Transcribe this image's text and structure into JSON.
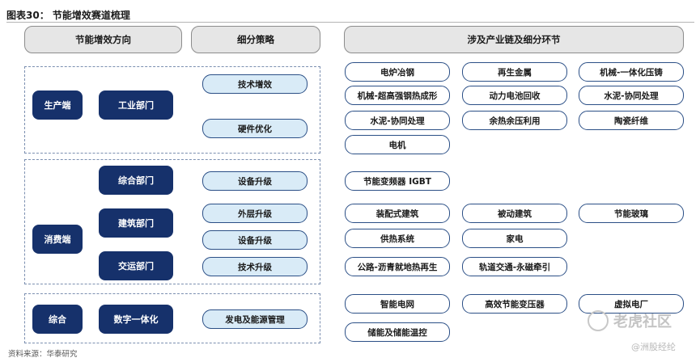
{
  "title": "图表30： 节能增效赛道梳理",
  "headers": {
    "direction": "节能增效方向",
    "strategy": "细分策略",
    "chain": "涉及产业链及细分环节"
  },
  "groups": {
    "production": "生产端",
    "consumption": "消费端",
    "integrated": "综合"
  },
  "departments": {
    "industry": "工业部门",
    "general": "综合部门",
    "building": "建筑部门",
    "transport": "交运部门",
    "digital": "数字一体化"
  },
  "strategies": {
    "tech_efficiency": "技术增效",
    "hardware_opt": "硬件优化",
    "equip_upgrade_1": "设备升级",
    "envelope_upgrade": "外层升级",
    "equip_upgrade_2": "设备升级",
    "tech_upgrade": "技术升级",
    "power_mgmt": "发电及能源管理"
  },
  "chain": {
    "r1": [
      "电炉冶钢",
      "再生金属",
      "机械-一体化压铸"
    ],
    "r2": [
      "机械-超高强钢热成形",
      "动力电池回收",
      "水泥-协同处理"
    ],
    "r3": [
      "水泥-协同处理",
      "余热余压利用",
      "陶瓷纤维"
    ],
    "r4": [
      "电机"
    ],
    "r5": [
      "节能变频器 IGBT"
    ],
    "r6": [
      "装配式建筑",
      "被动建筑",
      "节能玻璃"
    ],
    "r7": [
      "供热系统",
      "家电"
    ],
    "r8": [
      "公路-沥青就地热再生",
      "轨道交通-永磁牵引"
    ],
    "r9": [
      "智能电网",
      "高效节能变压器",
      "虚拟电厂"
    ],
    "r10": [
      "储能及储能温控"
    ]
  },
  "source": "资料来源：华泰研究",
  "watermark": {
    "brand": "老虎社区",
    "handle": "@洲股经纶"
  }
}
